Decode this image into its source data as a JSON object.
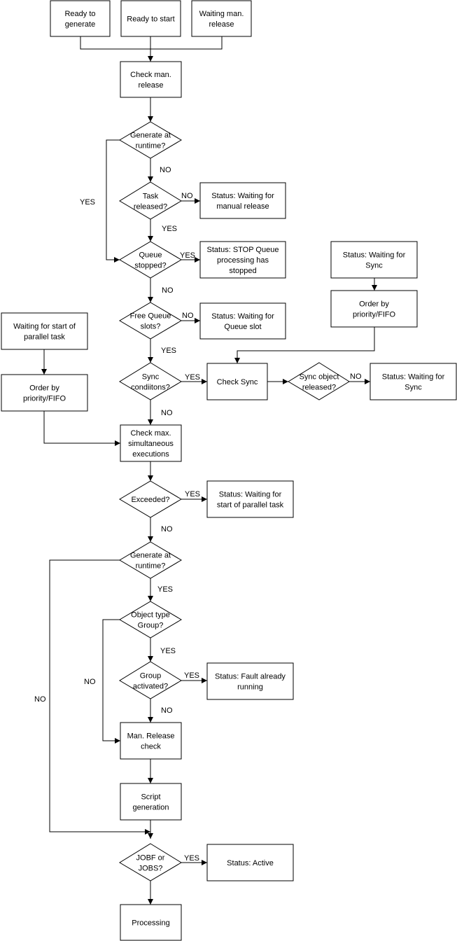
{
  "nodes": {
    "ready_to_generate": [
      "Ready to",
      "generate"
    ],
    "ready_to_start": [
      "Ready to start"
    ],
    "waiting_man_release": [
      "Waiting man.",
      "release"
    ],
    "check_man_release": [
      "Check man.",
      "release"
    ],
    "generate_at_runtime_1": [
      "Generate at",
      "runtime?"
    ],
    "task_released": [
      "Task",
      "released?"
    ],
    "status_waiting_manual_release": [
      "Status: Waiting for",
      "manual release"
    ],
    "queue_stopped": [
      "Queue",
      "stopped?"
    ],
    "status_stop_queue": [
      "Status: STOP Queue",
      "processing has",
      "stopped"
    ],
    "status_waiting_sync_top": [
      "Status: Waiting for",
      "Sync"
    ],
    "order_priority_fifo_right": [
      "Order by",
      "priority/FIFO"
    ],
    "waiting_start_parallel": [
      "Waiting for start of",
      "parallel task"
    ],
    "free_queue_slots": [
      "Free Queue",
      "slots?"
    ],
    "status_waiting_queue_slot": [
      "Status: Waiting for",
      "Queue slot"
    ],
    "order_priority_fifo_left": [
      "Order by",
      "priority/FIFO"
    ],
    "sync_conditions": [
      "Sync",
      "condiitons?"
    ],
    "check_sync": [
      "Check Sync"
    ],
    "sync_object_released": [
      "Sync object",
      "released?"
    ],
    "status_waiting_sync_right": [
      "Status: Waiting for",
      "Sync"
    ],
    "check_max_simultaneous": [
      "Check max.",
      "simultaneous",
      "executions"
    ],
    "exceeded": [
      "Exceeded?"
    ],
    "status_waiting_parallel": [
      "Status: Waiting for",
      "start of parallel task"
    ],
    "generate_at_runtime_2": [
      "Generate at",
      "runtime?"
    ],
    "object_type_group": [
      "Object type",
      "Group?"
    ],
    "group_activated": [
      "Group",
      "activated?"
    ],
    "status_fault_running": [
      "Status: Fault already",
      "running"
    ],
    "man_release_check": [
      "Man. Release",
      "check"
    ],
    "script_generation": [
      "Script",
      "generation"
    ],
    "jobf_or_jobs": [
      "JOBF or",
      "JOBS?"
    ],
    "status_active": [
      "Status: Active"
    ],
    "processing": [
      "Processing"
    ]
  },
  "edge_labels": {
    "gen1_no": "NO",
    "gen1_yes": "YES",
    "task_no": "NO",
    "task_yes": "YES",
    "queue_yes": "YES",
    "queue_no": "NO",
    "free_no": "NO",
    "free_yes": "YES",
    "sync_yes": "YES",
    "sync_no": "NO",
    "syncobj_no": "NO",
    "exceeded_yes": "YES",
    "exceeded_no": "NO",
    "gen2_yes": "YES",
    "gen2_no": "NO",
    "objtype_yes": "YES",
    "objtype_no": "NO",
    "group_yes": "YES",
    "group_no": "NO",
    "jobf_yes": "YES"
  }
}
